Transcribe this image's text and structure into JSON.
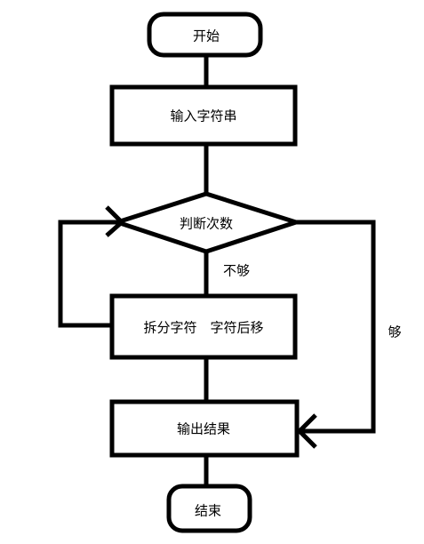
{
  "nodes": {
    "start": {
      "label": "开始"
    },
    "input": {
      "label": "输入字符串"
    },
    "decision": {
      "label": "判断次数"
    },
    "process": {
      "label": "拆分字符　字符后移"
    },
    "output": {
      "label": "输出结果"
    },
    "end": {
      "label": "结束"
    }
  },
  "edges": {
    "not_enough": {
      "label": "不够"
    },
    "enough": {
      "label": "够"
    }
  }
}
